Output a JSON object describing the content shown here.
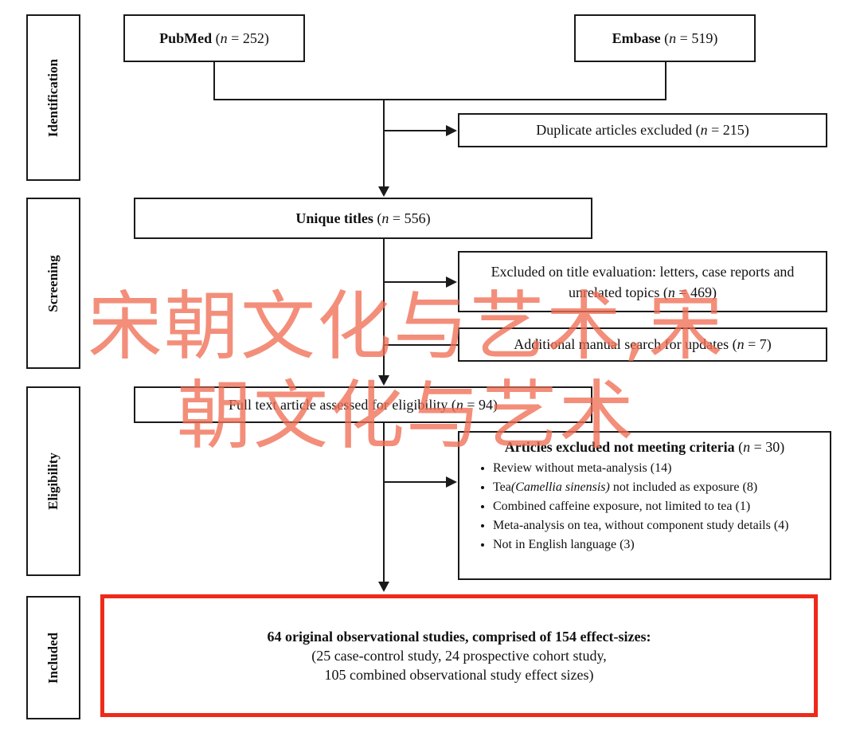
{
  "stages": {
    "identification": "Identification",
    "screening": "Screening",
    "eligibility": "Eligibility",
    "included": "Included"
  },
  "sources": {
    "pubmed": {
      "name": "PubMed",
      "n_prefix": "(",
      "n_var": "n",
      "n_value": " = 252)"
    },
    "embase": {
      "name": "Embase",
      "n_prefix": "(",
      "n_var": "n",
      "n_value": " = 519)"
    }
  },
  "duplicates": {
    "text": "Duplicate articles excluded (",
    "n_var": "n",
    "n_value": " = 215)"
  },
  "unique": {
    "label": "Unique titles",
    "n_prefix": " (",
    "n_var": "n",
    "n_value": " = 556)"
  },
  "title_exclusion": {
    "line1": "Excluded on title evaluation: letters, case reports and",
    "line2": "unrelated topics (",
    "n_var": "n",
    "n_value": " = 469)"
  },
  "manual_search": {
    "text": "Additional manual search for updates (",
    "n_var": "n",
    "n_value": " = 7)"
  },
  "fulltext": {
    "text": "Full text article assessed for eligibility (",
    "n_var": "n",
    "n_value": " = 94)"
  },
  "excluded_criteria": {
    "heading": "Articles excluded not meeting criteria",
    "n_prefix": " (",
    "n_var": "n",
    "n_value": " = 30)",
    "items": [
      {
        "text": "Review without meta-analysis (14)"
      },
      {
        "pre": "Tea",
        "ital": "(Camellia sinensis)",
        "post": " not included as exposure (8)"
      },
      {
        "text": "Combined caffeine exposure, not limited to tea (1)"
      },
      {
        "text": "Meta-analysis on tea, without component study details (4)"
      },
      {
        "text": "Not in English language (3)"
      }
    ]
  },
  "included": {
    "line1": "64 original observational studies, comprised of 154 effect-sizes:",
    "line2": "(25 case-control study, 24 prospective cohort study,",
    "line3": "105 combined observational study effect sizes)"
  },
  "watermark": {
    "line1": "宋朝文化与艺术,宋",
    "line2": "朝文化与艺术"
  },
  "colors": {
    "highlight_border": "#ee2a1a",
    "watermark": "#f06e55"
  }
}
